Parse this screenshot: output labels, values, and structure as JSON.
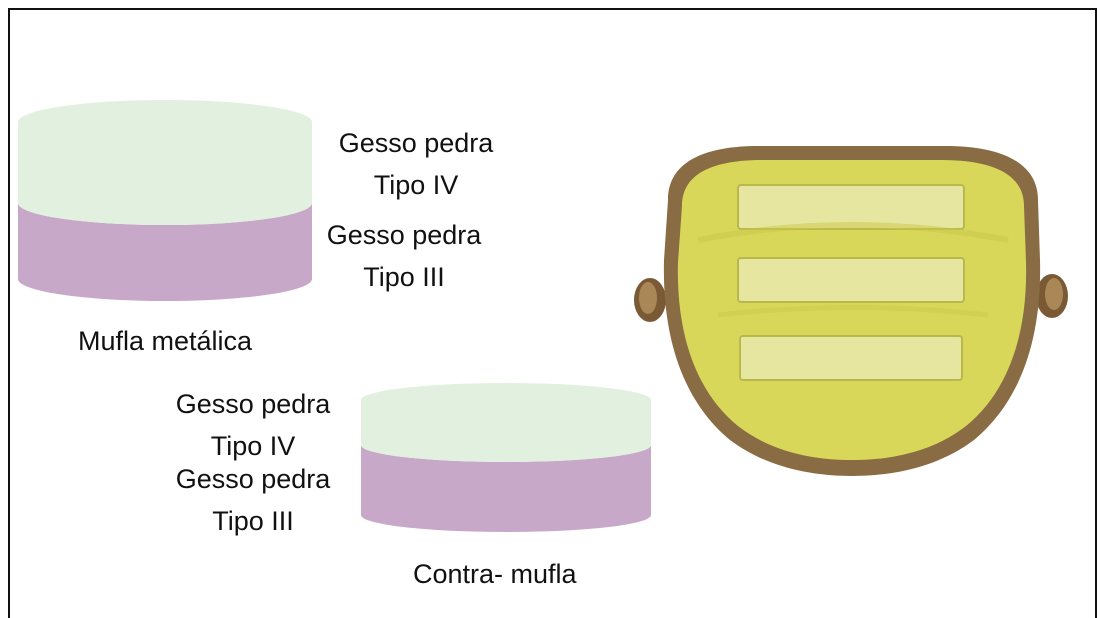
{
  "colors": {
    "tipo_iv_layer": "#e2f0df",
    "tipo_iii_layer": "#c8a8c9",
    "flask_rim": "#8a6c44",
    "stone_fill": "#d8d75a",
    "bars_fill": "#e6e6a0"
  },
  "mufla": {
    "top_layer_label_line1": "Gesso pedra",
    "top_layer_label_line2": "Tipo IV",
    "bottom_layer_label_line1": "Gesso pedra",
    "bottom_layer_label_line2": "Tipo III",
    "caption": "Mufla metálica"
  },
  "contra_mufla": {
    "top_layer_label_line1": "Gesso pedra",
    "top_layer_label_line2": "Tipo IV",
    "bottom_layer_label_line1": "Gesso pedra",
    "bottom_layer_label_line2": "Tipo III",
    "caption": "Contra- mufla"
  }
}
